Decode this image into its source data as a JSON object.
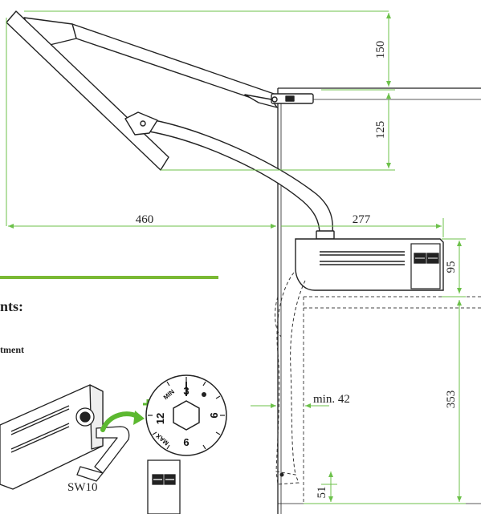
{
  "colors": {
    "dimension_line": "#6cc14a",
    "accent_bar": "#7ab934",
    "arrow_green": "#5cb830",
    "outline": "#222222"
  },
  "dimensions": {
    "d150": "150",
    "d125": "125",
    "d460": "460",
    "d277": "277",
    "d95": "95",
    "d353": "353",
    "min42": "min. 42",
    "d51": "51"
  },
  "section": {
    "heading_fragment": "nts:",
    "subheading_fragment": "tment"
  },
  "tool": {
    "label": "SW10"
  },
  "knob": {
    "top": "3",
    "left": "12",
    "bottom": "6",
    "right": "9",
    "min_label": "MIN",
    "max_label": "MAX"
  }
}
